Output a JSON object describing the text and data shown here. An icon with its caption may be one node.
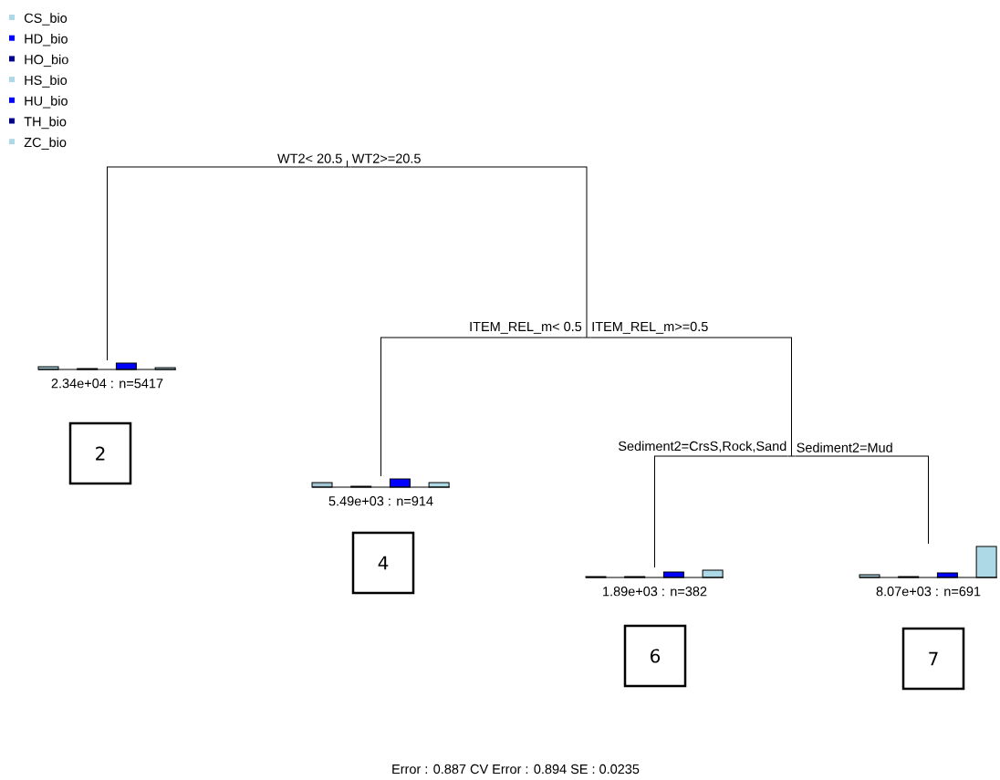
{
  "diagram": {
    "nodes": [
      {
        "text": [],
        "shape": "bar"
      },
      {
        "text": [
          "2.34e+04 : n=5417"
        ]
      },
      {
        "text": [],
        "shape": "bar"
      },
      {
        "text": [
          "5.49e+03 : n=914"
        ]
      },
      {
        "text": [],
        "shape": "bar"
      },
      {
        "text": [
          "1.89e+03 : n=382"
        ]
      },
      {
        "text": [
          "8.07e+03 : n=691"
        ]
      },
      {
        "text": [
          "2"
        ]
      },
      {
        "text": [
          "4"
        ]
      },
      {
        "text": [
          "6"
        ]
      },
      {
        "text": [
          "7"
        ]
      }
    ],
    "edges": [
      {
        "from": 0,
        "to": 1,
        "arrow": "none",
        "label": "WT2< 20.5"
      },
      {
        "from": 0,
        "to": 2,
        "arrow": "none",
        "label": "WT2>=20.5"
      },
      {
        "from": 2,
        "to": 3,
        "arrow": "none",
        "label": "ITEM_REL_m< 0.5"
      },
      {
        "from": 2,
        "to": 4,
        "arrow": "none",
        "label": "ITEM_REL_m>=0.5"
      },
      {
        "from": 4,
        "to": 5,
        "arrow": "none",
        "label": "Sediment2=CrsS,Rock,Sand"
      },
      {
        "from": 4,
        "to": 6,
        "arrow": "none",
        "label": "Sediment2=Mud"
      }
    ],
    "labels": [
      "Error : 0.887 CV Error : 0.894 SE : 0.0235"
    ],
    "legend": [
      {
        "text": "CS_bio",
        "color": "#add8e6"
      },
      {
        "text": "HD_bio",
        "color": "#0000ff"
      },
      {
        "text": "HO_bio",
        "color": "#00008b"
      },
      {
        "text": "HS_bio",
        "color": "#add8e6"
      },
      {
        "text": "HU_bio",
        "color": "#0000ff"
      },
      {
        "text": "TH_bio",
        "color": "#00008b"
      },
      {
        "text": "ZC_bio",
        "color": "#add8e6"
      }
    ]
  }
}
